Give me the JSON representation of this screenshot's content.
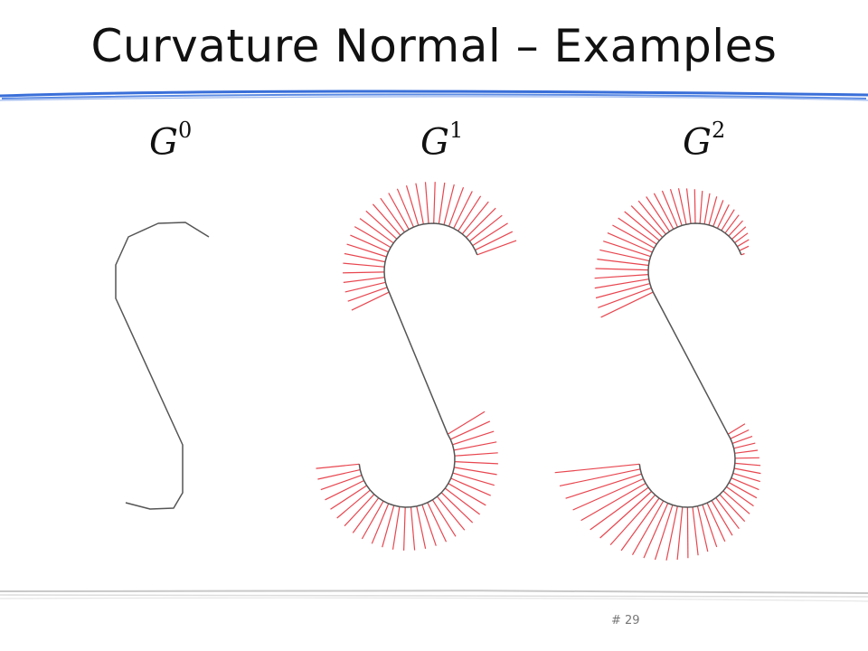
{
  "slide": {
    "title": "Curvature Normal – Examples",
    "page_number": "# 29"
  },
  "panels": [
    {
      "letter": "G",
      "superscript": "0"
    },
    {
      "letter": "G",
      "superscript": "1"
    },
    {
      "letter": "G",
      "superscript": "2"
    }
  ],
  "colors": {
    "curve": "#555555",
    "normals": "#e8464f",
    "rule_blue": "#3a6fd8",
    "rule_gray": "#c8c8c8"
  }
}
